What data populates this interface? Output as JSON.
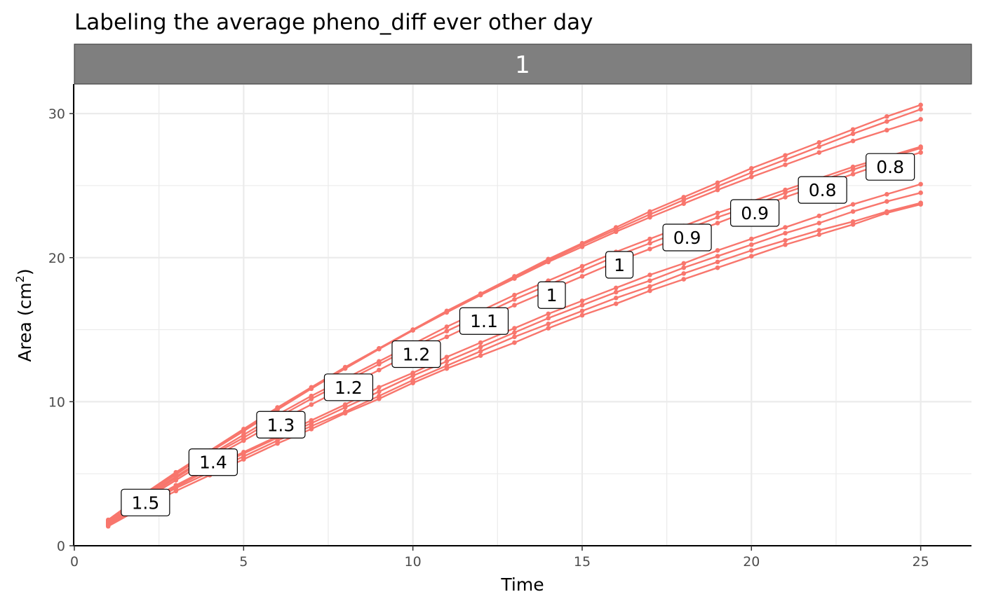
{
  "chart_data": {
    "type": "line",
    "title": "Labeling the average pheno_diff ever other day",
    "facet_label": "1",
    "xlabel": "Time",
    "ylabel": "Area (cm",
    "ylabel_superscript": "2",
    "ylabel_close": ")",
    "xlim": [
      0,
      26.5
    ],
    "ylim": [
      0,
      32
    ],
    "x_ticks": [
      0,
      5,
      10,
      15,
      20,
      25
    ],
    "x_tick_labels": [
      "0",
      "5",
      "10",
      "15",
      "20",
      "25"
    ],
    "y_ticks": [
      0,
      10,
      20,
      30
    ],
    "y_tick_labels": [
      "0",
      "10",
      "20",
      "30"
    ],
    "x_minor": [
      2.5,
      7.5,
      12.5,
      17.5,
      22.5
    ],
    "y_minor": [
      5,
      15,
      25
    ],
    "grid": true,
    "legend": "none",
    "series_color": "#F8766D",
    "x": [
      1,
      2,
      3,
      4,
      5,
      6,
      7,
      8,
      9,
      10,
      11,
      12,
      13,
      14,
      15,
      16,
      17,
      18,
      19,
      20,
      21,
      22,
      23,
      24,
      25
    ],
    "series": [
      {
        "values": [
          1.8,
          3.5,
          5.1,
          6.6,
          8.1,
          9.6,
          11.0,
          12.4,
          13.7,
          15.0,
          16.3,
          17.5,
          18.7,
          19.9,
          21.0,
          22.1,
          23.2,
          24.2,
          25.2,
          26.2,
          27.1,
          28.0,
          28.9,
          29.8,
          30.6
        ]
      },
      {
        "values": [
          1.75,
          3.45,
          5.0,
          6.55,
          8.0,
          9.5,
          10.95,
          12.35,
          13.7,
          15.0,
          16.25,
          17.45,
          18.65,
          19.8,
          20.9,
          21.95,
          23.0,
          24.0,
          24.95,
          25.9,
          26.8,
          27.7,
          28.6,
          29.45,
          30.3
        ]
      },
      {
        "values": [
          1.7,
          3.4,
          4.95,
          6.5,
          7.95,
          9.45,
          10.9,
          12.3,
          13.65,
          14.95,
          16.2,
          17.4,
          18.55,
          19.7,
          20.75,
          21.8,
          22.8,
          23.75,
          24.7,
          25.6,
          26.45,
          27.3,
          28.1,
          28.85,
          29.6
        ]
      },
      {
        "values": [
          1.65,
          3.3,
          4.8,
          6.3,
          7.7,
          9.1,
          10.4,
          11.6,
          12.8,
          14.0,
          15.2,
          16.3,
          17.4,
          18.4,
          19.4,
          20.4,
          21.3,
          22.2,
          23.1,
          23.9,
          24.7,
          25.5,
          26.3,
          27.0,
          27.7
        ]
      },
      {
        "values": [
          1.6,
          3.2,
          4.7,
          6.2,
          7.5,
          8.9,
          10.2,
          11.4,
          12.6,
          13.8,
          14.9,
          16.0,
          17.1,
          18.1,
          19.1,
          20.1,
          21.0,
          21.9,
          22.8,
          23.6,
          24.5,
          25.3,
          26.1,
          26.9,
          27.6
        ]
      },
      {
        "values": [
          1.55,
          3.1,
          4.55,
          6.0,
          7.3,
          8.6,
          9.8,
          11.0,
          12.2,
          13.4,
          14.5,
          15.6,
          16.7,
          17.7,
          18.7,
          19.7,
          20.6,
          21.5,
          22.4,
          23.3,
          24.2,
          25.0,
          25.8,
          26.6,
          27.3
        ]
      },
      {
        "values": [
          1.5,
          2.9,
          4.2,
          5.4,
          6.5,
          7.6,
          8.7,
          9.8,
          11.0,
          12.0,
          13.1,
          14.1,
          15.1,
          16.1,
          17.0,
          17.9,
          18.8,
          19.6,
          20.5,
          21.3,
          22.1,
          22.9,
          23.7,
          24.4,
          25.1
        ]
      },
      {
        "values": [
          1.45,
          2.85,
          4.1,
          5.3,
          6.4,
          7.5,
          8.5,
          9.6,
          10.7,
          11.8,
          12.8,
          13.8,
          14.8,
          15.8,
          16.7,
          17.6,
          18.4,
          19.3,
          20.1,
          20.9,
          21.7,
          22.4,
          23.2,
          23.9,
          24.5
        ]
      },
      {
        "values": [
          1.4,
          2.75,
          4.0,
          5.1,
          6.2,
          7.3,
          8.3,
          9.3,
          10.4,
          11.5,
          12.5,
          13.5,
          14.5,
          15.4,
          16.3,
          17.2,
          18.0,
          18.9,
          19.7,
          20.5,
          21.2,
          21.9,
          22.5,
          23.2,
          23.8
        ]
      },
      {
        "values": [
          1.35,
          2.65,
          3.8,
          4.9,
          6.0,
          7.1,
          8.1,
          9.2,
          10.2,
          11.3,
          12.3,
          13.2,
          14.1,
          15.1,
          16.0,
          16.8,
          17.7,
          18.5,
          19.3,
          20.1,
          20.9,
          21.6,
          22.3,
          23.1,
          23.7
        ]
      }
    ],
    "annotations": [
      {
        "x": 2.1,
        "y": 3.0,
        "text": "1.5"
      },
      {
        "x": 4.1,
        "y": 5.8,
        "text": "1.4"
      },
      {
        "x": 6.1,
        "y": 8.4,
        "text": "1.3"
      },
      {
        "x": 8.1,
        "y": 11.0,
        "text": "1.2"
      },
      {
        "x": 10.1,
        "y": 13.3,
        "text": "1.2"
      },
      {
        "x": 12.1,
        "y": 15.6,
        "text": "1.1"
      },
      {
        "x": 14.1,
        "y": 17.4,
        "text": "1"
      },
      {
        "x": 16.1,
        "y": 19.5,
        "text": "1"
      },
      {
        "x": 18.1,
        "y": 21.4,
        "text": "0.9"
      },
      {
        "x": 20.1,
        "y": 23.1,
        "text": "0.9"
      },
      {
        "x": 22.1,
        "y": 24.7,
        "text": "0.8"
      },
      {
        "x": 24.1,
        "y": 26.3,
        "text": "0.8"
      }
    ]
  }
}
